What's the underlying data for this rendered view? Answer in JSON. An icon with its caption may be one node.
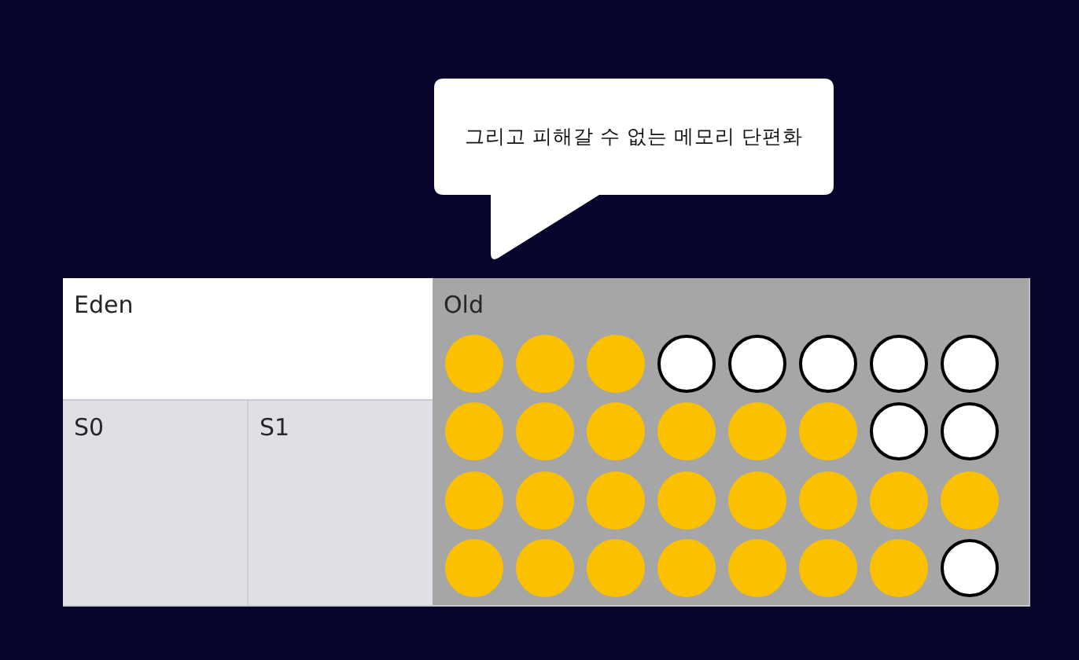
{
  "diagram": {
    "nodes": [
      {
        "text": [
          "그리고 피해갈 수 없는 메모리 단편화"
        ]
      },
      {
        "text": [
          "Eden"
        ]
      },
      {
        "text": [
          "S0"
        ]
      },
      {
        "text": [
          "S1"
        ]
      },
      {
        "text": [
          "Old"
        ]
      },
      {
        "text": [],
        "shape": "disc",
        "in": 4
      },
      {
        "text": [],
        "shape": "disc",
        "in": 4
      },
      {
        "text": [],
        "shape": "disc",
        "in": 4
      },
      {
        "text": [],
        "shape": "circle",
        "in": 4
      },
      {
        "text": [],
        "shape": "circle",
        "in": 4
      },
      {
        "text": [],
        "shape": "circle",
        "in": 4
      },
      {
        "text": [],
        "shape": "circle",
        "in": 4
      },
      {
        "text": [],
        "shape": "circle",
        "in": 4
      },
      {
        "text": [],
        "shape": "disc",
        "in": 4
      },
      {
        "text": [],
        "shape": "disc",
        "in": 4
      },
      {
        "text": [],
        "shape": "disc",
        "in": 4
      },
      {
        "text": [],
        "shape": "disc",
        "in": 4
      },
      {
        "text": [],
        "shape": "disc",
        "in": 4
      },
      {
        "text": [],
        "shape": "disc",
        "in": 4
      },
      {
        "text": [],
        "shape": "circle",
        "in": 4
      },
      {
        "text": [],
        "shape": "circle",
        "in": 4
      },
      {
        "text": [],
        "shape": "disc",
        "in": 4
      },
      {
        "text": [],
        "shape": "disc",
        "in": 4
      },
      {
        "text": [],
        "shape": "disc",
        "in": 4
      },
      {
        "text": [],
        "shape": "disc",
        "in": 4
      },
      {
        "text": [],
        "shape": "disc",
        "in": 4
      },
      {
        "text": [],
        "shape": "disc",
        "in": 4
      },
      {
        "text": [],
        "shape": "disc",
        "in": 4
      },
      {
        "text": [],
        "shape": "disc",
        "in": 4
      },
      {
        "text": [],
        "shape": "disc",
        "in": 4
      },
      {
        "text": [],
        "shape": "disc",
        "in": 4
      },
      {
        "text": [],
        "shape": "disc",
        "in": 4
      },
      {
        "text": [],
        "shape": "disc",
        "in": 4
      },
      {
        "text": [],
        "shape": "disc",
        "in": 4
      },
      {
        "text": [],
        "shape": "disc",
        "in": 4
      },
      {
        "text": [],
        "shape": "disc",
        "in": 4
      },
      {
        "text": [],
        "shape": "circle",
        "in": 4
      }
    ]
  }
}
